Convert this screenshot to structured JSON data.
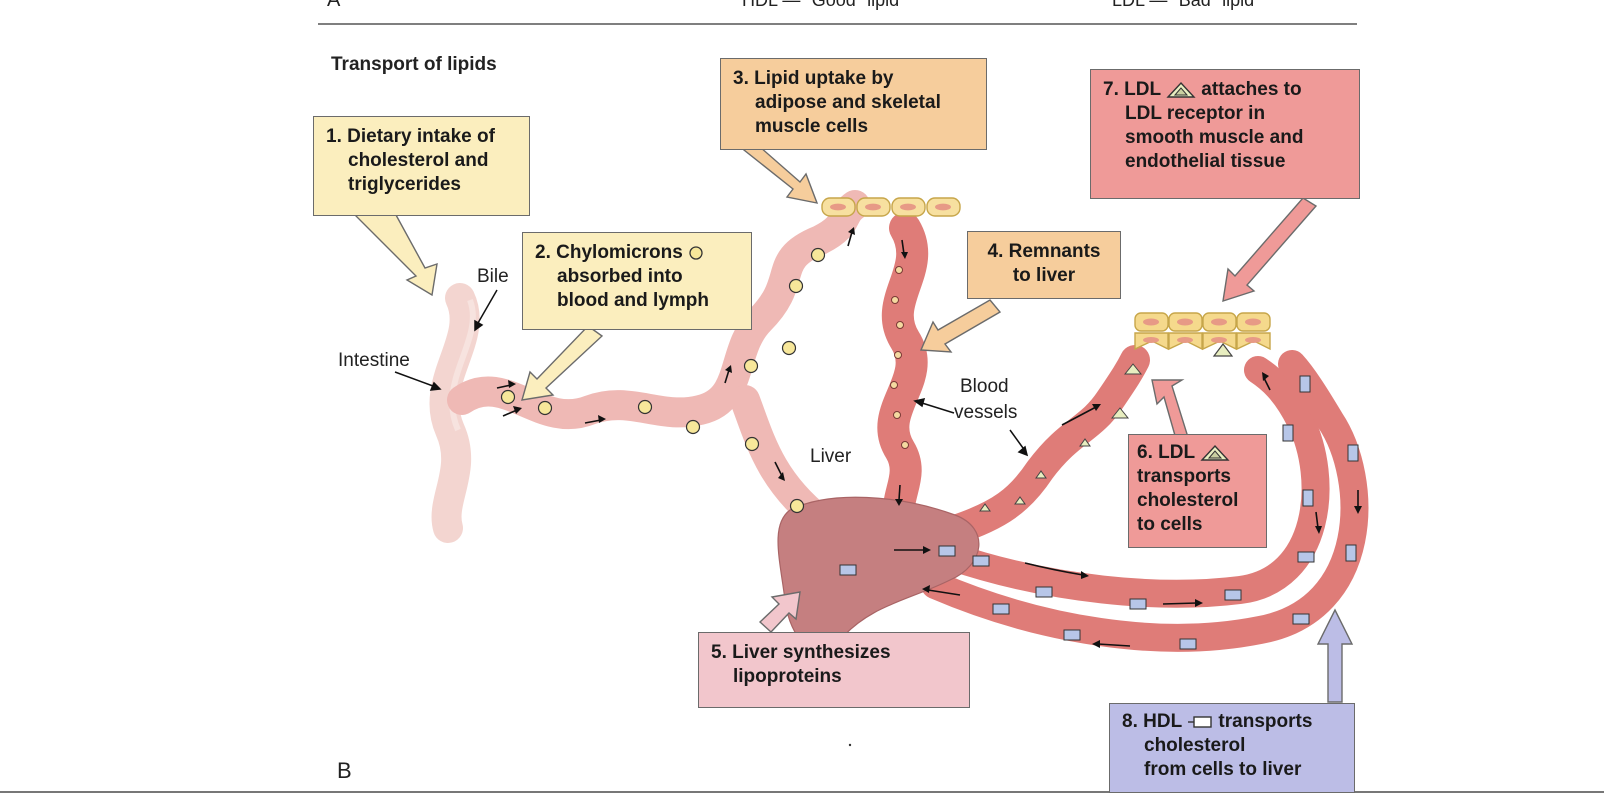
{
  "header": {
    "panel_a": "A",
    "hdl": "HDL — \"Good\" lipid",
    "ldl": "LDL — \"Bad\" lipid"
  },
  "title": "Transport of lipids",
  "panel_b": "B",
  "steps": [
    {
      "num": "1.",
      "lines": [
        "Dietary intake of",
        "cholesterol and",
        "triglycerides"
      ]
    },
    {
      "num": "2.",
      "lines": [
        "Chylomicrons",
        "absorbed into",
        "blood and lymph"
      ]
    },
    {
      "num": "3.",
      "lines": [
        "Lipid uptake by",
        "adipose and skeletal",
        "muscle cells"
      ]
    },
    {
      "num": "4.",
      "lines": [
        "Remnants",
        "to liver"
      ]
    },
    {
      "num": "5.",
      "lines": [
        "Liver synthesizes",
        "lipoproteins"
      ]
    },
    {
      "num": "6.",
      "lines": [
        "LDL",
        "transports",
        "cholesterol",
        "to cells"
      ]
    },
    {
      "num": "7.",
      "lines": [
        "LDL",
        "attaches to",
        "LDL receptor in",
        "smooth muscle and",
        "endothelial tissue"
      ]
    },
    {
      "num": "8.",
      "lines": [
        "HDL",
        "transports",
        "cholesterol",
        "from cells to liver"
      ]
    }
  ],
  "labels": {
    "bile": "Bile",
    "intestine": "Intestine",
    "liver": "Liver",
    "blood": "Blood",
    "vessels": "vessels"
  },
  "colors": {
    "intestine": "#f3d5d0",
    "lymph": "#efb9b5",
    "vessel": "#df7c78",
    "liver": "#c57f80",
    "chylomicron": "#f7e79a",
    "hdl": "#b7c6e8",
    "ldl": "#e8eec0"
  }
}
